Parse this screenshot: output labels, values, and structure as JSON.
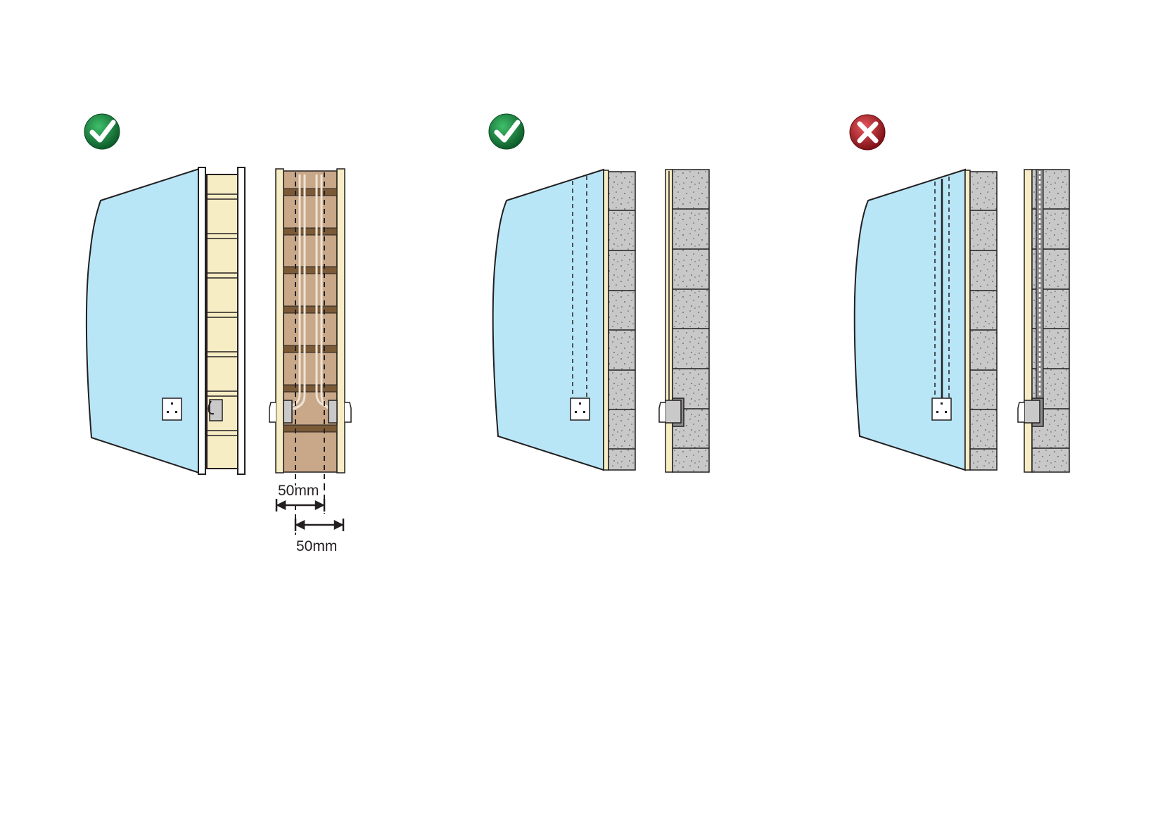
{
  "panels": [
    {
      "id": "stud-wall",
      "status": "approved",
      "badge_icon": "check-badge-icon",
      "badge_color": "#1a7a3c"
    },
    {
      "id": "solid-wall-ok",
      "status": "approved",
      "badge_icon": "check-badge-icon",
      "badge_color": "#1a7a3c"
    },
    {
      "id": "solid-wall-wrong",
      "status": "rejected",
      "badge_icon": "cross-badge-icon",
      "badge_color": "#b3262c"
    }
  ],
  "dimensions": {
    "upper_label": "50mm",
    "lower_label": "50mm"
  },
  "colors": {
    "plasterboard": "#b9e6f7",
    "timber": "#f7edc4",
    "cavity": "#c8a888",
    "noggin": "#7b5a38",
    "block": "#c8c8c8",
    "outline": "#231f20"
  }
}
